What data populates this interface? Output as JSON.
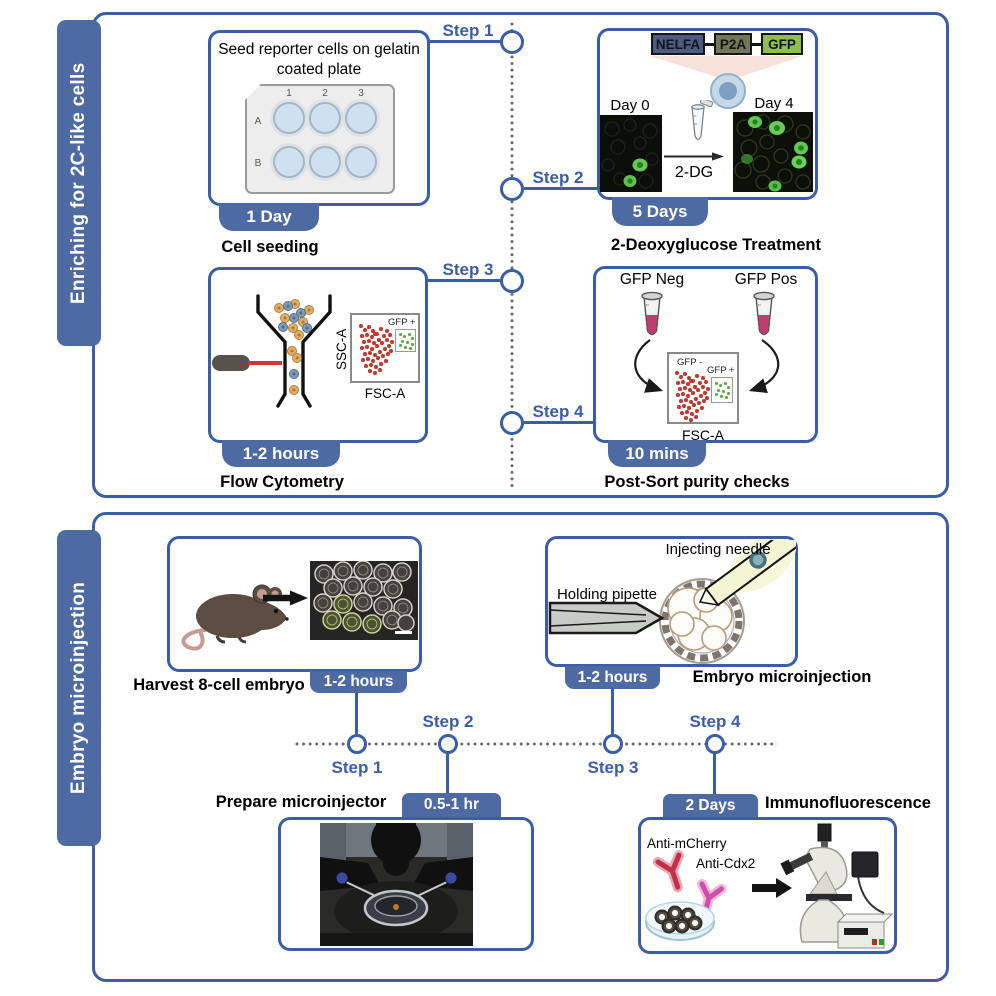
{
  "enrichment": {
    "tab": "Enriching for 2C-like cells",
    "steps": [
      "Step 1",
      "Step 2",
      "Step 3",
      "Step 4"
    ],
    "seed": {
      "text": "Seed reporter cells on gelatin coated plate",
      "cols": [
        "1",
        "2",
        "3"
      ],
      "rows": [
        "A",
        "B"
      ],
      "duration": "1 Day",
      "caption": "Cell seeding"
    },
    "dg": {
      "construct": [
        "NELFA",
        "P2A",
        "GFP"
      ],
      "day0": "Day 0",
      "day4": "Day 4",
      "arrow_label": "2-DG",
      "duration": "5 Days",
      "caption": "2-Deoxyglucose Treatment"
    },
    "flow": {
      "ylabel": "SSC-A",
      "xlabel": "FSC-A",
      "gate": "GFP +",
      "duration": "1-2 hours",
      "caption": "Flow Cytometry"
    },
    "sort": {
      "tube_neg": "GFP Neg",
      "tube_pos": "GFP Pos",
      "plot_neg": "GFP -",
      "plot_pos": "GFP +",
      "xlabel": "FSC-A",
      "duration": "10 mins",
      "caption": "Post-Sort purity checks"
    }
  },
  "microinjection": {
    "tab": "Embryo microinjection",
    "steps": [
      "Step 1",
      "Step 2",
      "Step 3",
      "Step 4"
    ],
    "harvest": {
      "caption": "Harvest 8-cell embryo",
      "duration": "1-2 hours"
    },
    "inject": {
      "needle_label": "Injecting needle",
      "pipette_label": "Holding pipette",
      "duration": "1-2 hours",
      "caption": "Embryo microinjection"
    },
    "prepare": {
      "caption": "Prepare microinjector",
      "duration": "0.5-1 hr"
    },
    "ifx": {
      "duration": "2 Days",
      "caption": "Immunofluorescence",
      "ab1": "Anti-mCherry",
      "ab2": "Anti-Cdx2"
    }
  },
  "colors": {
    "panel_border": "#3a5da6",
    "tab_and_badge_blue": "#4e6aa3",
    "step_text_blue": "#3a5da6",
    "nelfa_box": "#4b5c80",
    "p2a_box": "#74765a",
    "gfp_box": "#8cc04a",
    "gfp_cells_green": "#5fc84e",
    "scatter_red": "#bf3a30",
    "scatter_green": "#57a739",
    "tube_liquid_magenta": "#bd3d6e"
  }
}
